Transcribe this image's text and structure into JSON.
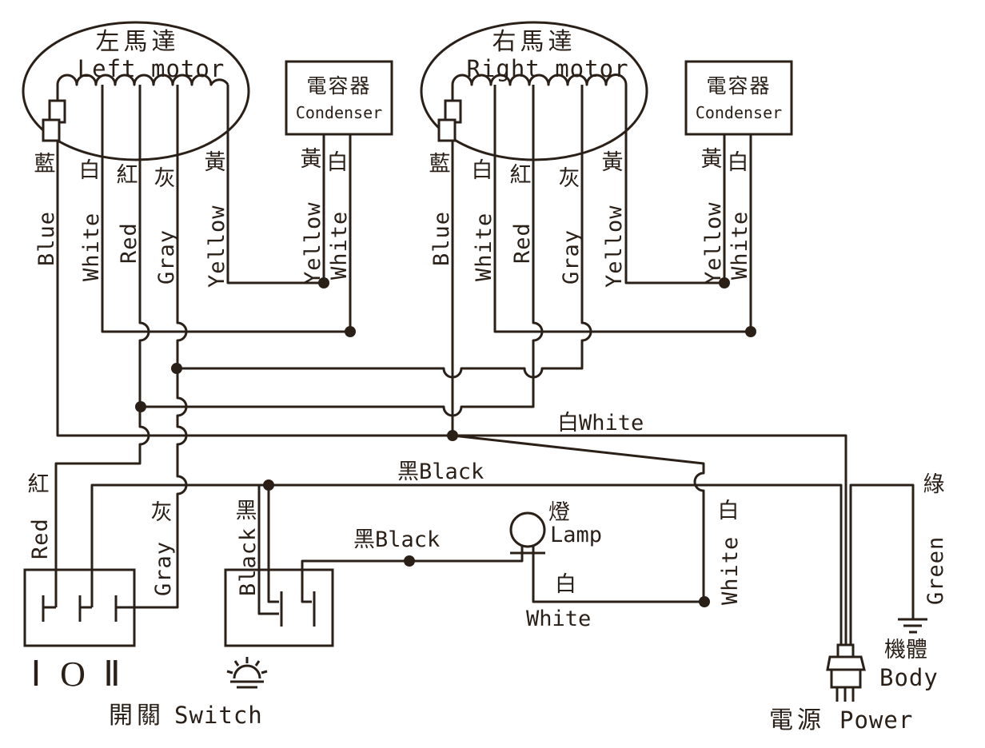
{
  "colors": {
    "line": "#2b2018",
    "background": "#ffffff"
  },
  "left_motor": {
    "zh": "左馬達",
    "en": "Left motor"
  },
  "right_motor": {
    "zh": "右馬達",
    "en": "Right motor"
  },
  "condenser": {
    "zh": "電容器",
    "en": "Condenser"
  },
  "wires": {
    "blue": {
      "zh": "藍",
      "en": "Blue"
    },
    "white": {
      "zh": "白",
      "en": "White"
    },
    "red": {
      "zh": "紅",
      "en": "Red"
    },
    "gray": {
      "zh": "灰",
      "en": "Gray"
    },
    "yellow": {
      "zh": "黃",
      "en": "Yellow"
    },
    "black": {
      "zh": "黑",
      "en": "Black"
    },
    "green": {
      "zh": "綠",
      "en": "Green"
    }
  },
  "inline_labels": {
    "white_main": "白White",
    "black_main": "黑Black",
    "black_lamp": "黑Black"
  },
  "lamp": {
    "zh": "燈",
    "en": "Lamp",
    "white_zh": "白",
    "white_en": "White"
  },
  "switch": {
    "pos1": "Ⅰ",
    "pos2": "O",
    "pos3": "Ⅱ",
    "zh": "開關",
    "en": "Switch"
  },
  "body": {
    "zh": "機體",
    "en": "Body"
  },
  "power": {
    "zh": "電源",
    "en": "Power"
  }
}
